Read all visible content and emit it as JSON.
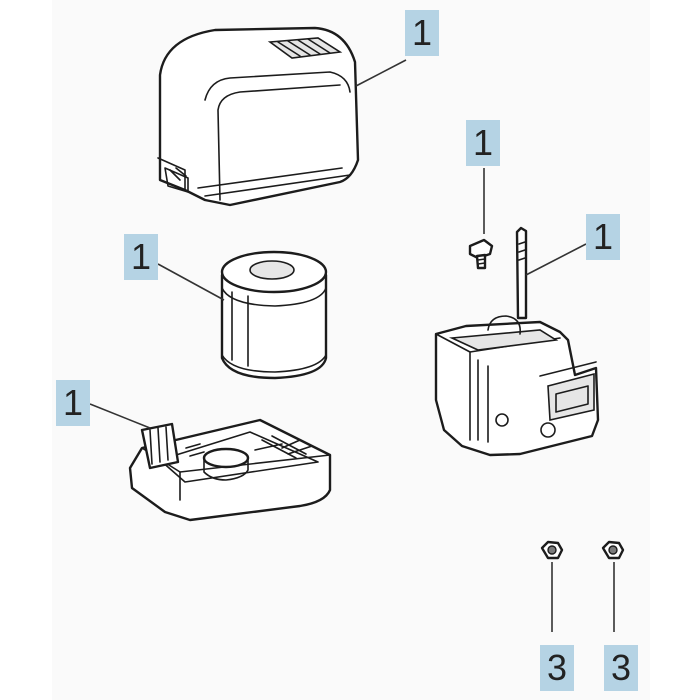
{
  "callouts": {
    "cover": "1",
    "bolt": "1",
    "element": "1",
    "snorkel": "1",
    "base": "1",
    "nut_left": "3",
    "nut_right": "3"
  },
  "colors": {
    "callout_bg": "#b5d3e4",
    "line": "#1c1c1c",
    "background": "#fafafa"
  }
}
